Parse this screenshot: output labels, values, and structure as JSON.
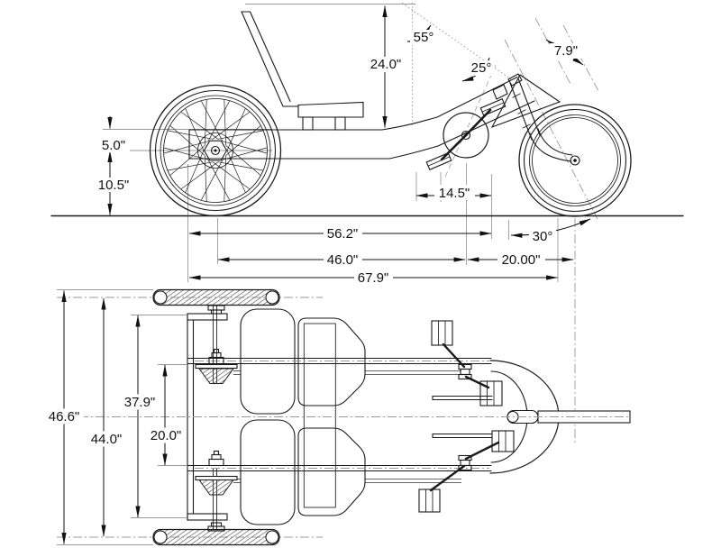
{
  "drawing": {
    "type": "technical-blueprint",
    "views": {
      "side_view": "side elevation",
      "top_view": "top plan"
    },
    "dims": {
      "back_height": "24.0\"",
      "back_angle": "55°",
      "boom_angle": "25°",
      "fork_offset": "7.9\"",
      "frame_drop": "5.0\"",
      "axle_height": "10.5\"",
      "crank_span": "14.5\"",
      "wheelbase": "56.2\"",
      "rear_to_crank": "46.0\"",
      "crank_to_front": "20.00\"",
      "overall_length": "67.9\"",
      "head_angle": "30°",
      "overall_width": "46.6\"",
      "track_width": "44.0\"",
      "frame_width": "37.9\"",
      "rail_gap": "20.0\""
    }
  }
}
